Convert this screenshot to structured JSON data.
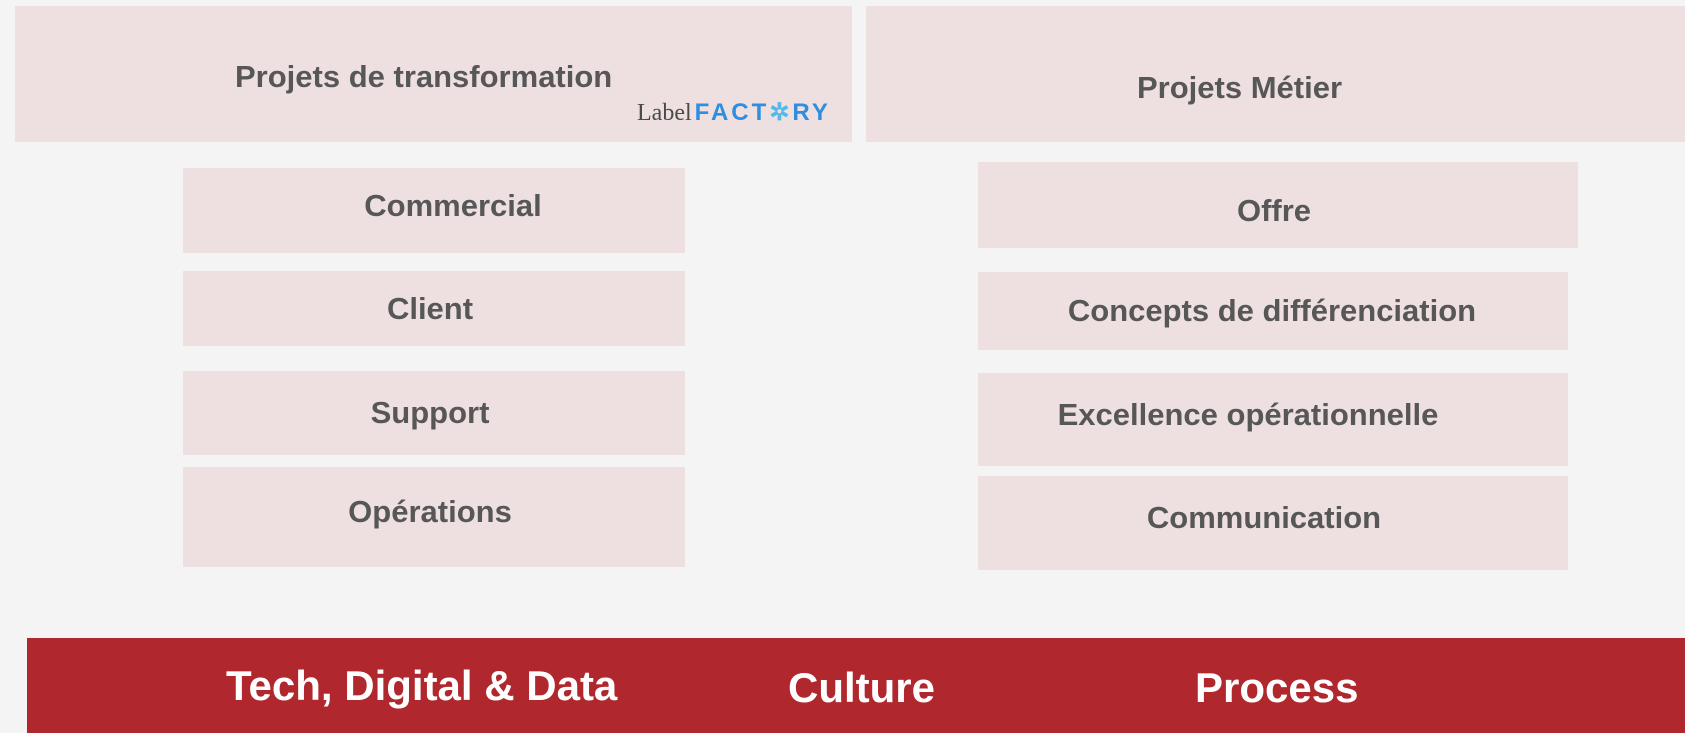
{
  "left_header": {
    "title": "Projets de transformation",
    "logo_label": "Label",
    "logo_word_a": "FACT",
    "logo_star": "✲",
    "logo_word_b": "RY"
  },
  "right_header": {
    "title": "Projets Métier"
  },
  "left_items": [
    "Commercial",
    "Client",
    "Support",
    "Opérations"
  ],
  "right_items": [
    "Offre",
    "Concepts de différenciation",
    "Excellence opérationnelle",
    "Communication"
  ],
  "foundation": [
    "Tech, Digital & Data",
    "Culture",
    "Process"
  ],
  "colors": {
    "background": "#f4f4f5",
    "box": "#eee0e1",
    "text": "#575757",
    "band": "#b0282d",
    "logo_blue": "#2f8ee0"
  }
}
